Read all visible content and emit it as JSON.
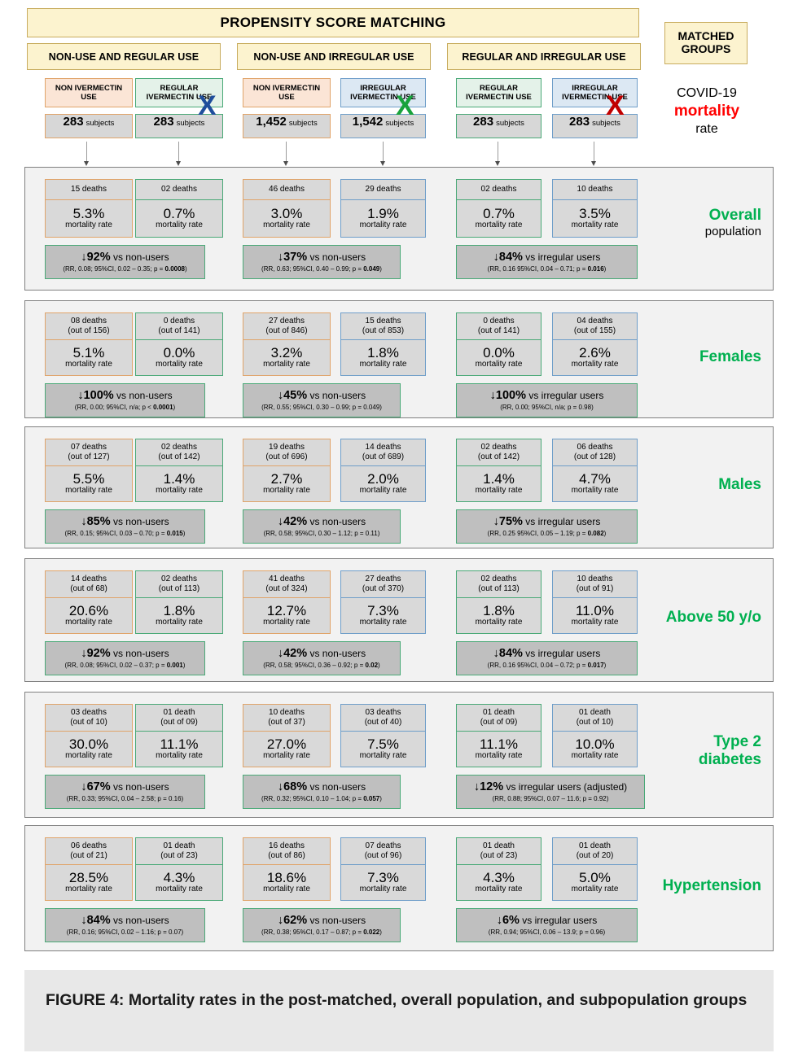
{
  "header": {
    "psm_title": "PROPENSITY SCORE MATCHING",
    "matched_groups_line1": "MATCHED",
    "matched_groups_line2": "GROUPS",
    "covid_line1": "COVID-19",
    "covid_line2": "mortality",
    "covid_line3": "rate",
    "pairs": [
      {
        "heading": "NON-USE AND REGULAR USE",
        "x_color": "#1f4e9c",
        "left": {
          "use_label": "NON IVERMECTIN USE",
          "subjects": "283",
          "unit": "subjects",
          "color": "orange"
        },
        "right": {
          "use_label": "REGULAR IVERMECTIN USE",
          "subjects": "283",
          "unit": "subjects",
          "color": "green"
        }
      },
      {
        "heading": "NON-USE AND IRREGULAR USE",
        "x_color": "#18a23c",
        "left": {
          "use_label": "NON IVERMECTIN USE",
          "subjects": "1,452",
          "unit": "subjects",
          "color": "orange"
        },
        "right": {
          "use_label": "IRREGULAR IVERMECTIN USE",
          "subjects": "1,542",
          "unit": "subjects",
          "color": "blue"
        }
      },
      {
        "heading": "REGULAR AND IRREGULAR USE",
        "x_color": "#c00000",
        "left": {
          "use_label": "REGULAR IVERMECTIN USE",
          "subjects": "283",
          "unit": "subjects",
          "color": "green"
        },
        "right": {
          "use_label": "IRREGULAR IVERMECTIN USE",
          "subjects": "283",
          "unit": "subjects",
          "color": "blue"
        }
      }
    ]
  },
  "mortality_word": "mortality rate",
  "rows": [
    {
      "label_main": "Overall",
      "label_sub": "population",
      "cells": [
        {
          "deaths": "15 deaths",
          "out_of": "",
          "pct": "5.3%",
          "mr": "mortality rate",
          "color": "orange"
        },
        {
          "deaths": "02 deaths",
          "out_of": "",
          "pct": "0.7%",
          "mr": "mortality rate",
          "color": "green"
        },
        {
          "deaths": "46 deaths",
          "out_of": "",
          "pct": "3.0%",
          "mr": "mortality rate",
          "color": "orange"
        },
        {
          "deaths": "29 deaths",
          "out_of": "",
          "pct": "1.9%",
          "mr": "mortality rate",
          "color": "blue"
        },
        {
          "deaths": "02 deaths",
          "out_of": "",
          "pct": "0.7%",
          "mr": "mortality rate",
          "color": "green"
        },
        {
          "deaths": "10 deaths",
          "out_of": "",
          "pct": "3.5%",
          "mr": "mortality rate",
          "color": "blue"
        }
      ],
      "stats": [
        {
          "arrow": "↓",
          "pct": "92%",
          "suffix": " vs non-users",
          "sub": "(RR, 0.08; 95%CI, 0.02 – 0.35; p = <b>0.0008</b>)"
        },
        {
          "arrow": "↓",
          "pct": "37%",
          "suffix": " vs non-users",
          "sub": "(RR, 0.63; 95%CI, 0.40 – 0.99; p = <b>0.049</b>)"
        },
        {
          "arrow": "↓",
          "pct": "84%",
          "suffix": " vs irregular users",
          "sub": "(RR, 0.16 95%CI, 0.04 – 0.71; p = <b>0.016</b>)"
        }
      ]
    },
    {
      "label_main": "Females",
      "label_sub": "",
      "cells": [
        {
          "deaths": "08 deaths",
          "out_of": "(out of 156)",
          "pct": "5.1%",
          "mr": "mortality rate",
          "color": "orange"
        },
        {
          "deaths": "0 deaths",
          "out_of": "(out of 141)",
          "pct": "0.0%",
          "mr": "mortality rate",
          "color": "green"
        },
        {
          "deaths": "27 deaths",
          "out_of": "(out of 846)",
          "pct": "3.2%",
          "mr": "mortality rate",
          "color": "orange"
        },
        {
          "deaths": "15 deaths",
          "out_of": "(out of 853)",
          "pct": "1.8%",
          "mr": "mortality rate",
          "color": "blue"
        },
        {
          "deaths": "0 deaths",
          "out_of": "(out of 141)",
          "pct": "0.0%",
          "mr": "mortality rate",
          "color": "green"
        },
        {
          "deaths": "04 deaths",
          "out_of": "(out of 155)",
          "pct": "2.6%",
          "mr": "mortality rate",
          "color": "blue"
        }
      ],
      "stats": [
        {
          "arrow": "↓",
          "pct": "100%",
          "suffix": " vs non-users",
          "sub": "(RR, 0.00; 95%CI, n/a; p < <b>0.0001</b>)"
        },
        {
          "arrow": "↓",
          "pct": "45%",
          "suffix": " vs non-users",
          "sub": "(RR, 0.55; 95%CI, 0.30 – 0.99; p = 0.049)"
        },
        {
          "arrow": "↓",
          "pct": "100%",
          "suffix": " vs irregular users",
          "sub": "(RR, 0.00; 95%CI, n/a; p = 0.98)"
        }
      ]
    },
    {
      "label_main": "Males",
      "label_sub": "",
      "cells": [
        {
          "deaths": "07 deaths",
          "out_of": "(out of 127)",
          "pct": "5.5%",
          "mr": "mortality rate",
          "color": "orange"
        },
        {
          "deaths": "02 deaths",
          "out_of": "(out of 142)",
          "pct": "1.4%",
          "mr": "mortality rate",
          "color": "green"
        },
        {
          "deaths": "19 deaths",
          "out_of": "(out of 696)",
          "pct": "2.7%",
          "mr": "mortality rate",
          "color": "orange"
        },
        {
          "deaths": "14 deaths",
          "out_of": "(out of 689)",
          "pct": "2.0%",
          "mr": "mortality rate",
          "color": "blue"
        },
        {
          "deaths": "02 deaths",
          "out_of": "(out of 142)",
          "pct": "1.4%",
          "mr": "mortality rate",
          "color": "green"
        },
        {
          "deaths": "06 deaths",
          "out_of": "(out of 128)",
          "pct": "4.7%",
          "mr": "mortality rate",
          "color": "blue"
        }
      ],
      "stats": [
        {
          "arrow": "↓",
          "pct": "85%",
          "suffix": " vs non-users",
          "sub": "(RR, 0.15; 95%CI, 0.03 – 0.70; p = <b>0.015</b>)"
        },
        {
          "arrow": "↓",
          "pct": "42%",
          "suffix": " vs non-users",
          "sub": "(RR, 0.58; 95%CI, 0.30 – 1.12; p = 0.11)"
        },
        {
          "arrow": "↓",
          "pct": "75%",
          "suffix": " vs irregular users",
          "sub": "(RR, 0.25 95%CI, 0.05 – 1.19; p = <b>0.082</b>)"
        }
      ]
    },
    {
      "label_main": "Above 50 y/o",
      "label_sub": "",
      "cells": [
        {
          "deaths": "14 deaths",
          "out_of": "(out of 68)",
          "pct": "20.6%",
          "mr": "mortality rate",
          "color": "orange"
        },
        {
          "deaths": "02 deaths",
          "out_of": "(out of 113)",
          "pct": "1.8%",
          "mr": "mortality rate",
          "color": "green"
        },
        {
          "deaths": "41 deaths",
          "out_of": "(out of 324)",
          "pct": "12.7%",
          "mr": "mortality rate",
          "color": "orange"
        },
        {
          "deaths": "27 deaths",
          "out_of": "(out of 370)",
          "pct": "7.3%",
          "mr": "mortality rate",
          "color": "blue"
        },
        {
          "deaths": "02 deaths",
          "out_of": "(out of 113)",
          "pct": "1.8%",
          "mr": "mortality rate",
          "color": "green"
        },
        {
          "deaths": "10 deaths",
          "out_of": "(out of 91)",
          "pct": "11.0%",
          "mr": "mortality rate",
          "color": "blue"
        }
      ],
      "stats": [
        {
          "arrow": "↓",
          "pct": "92%",
          "suffix": " vs non-users",
          "sub": "(RR, 0.08; 95%CI, 0.02 – 0.37; p = <b>0.001</b>)"
        },
        {
          "arrow": "↓",
          "pct": "42%",
          "suffix": " vs non-users",
          "sub": "(RR, 0.58; 95%CI, 0.36 – 0.92; p = <b>0.02</b>)"
        },
        {
          "arrow": "↓",
          "pct": "84%",
          "suffix": " vs irregular users",
          "sub": "(RR, 0.16 95%CI, 0.04 – 0.72; p = <b>0.017</b>)"
        }
      ]
    },
    {
      "label_main": "Type 2",
      "label_sub": "diabetes",
      "label_stacked": true,
      "cells": [
        {
          "deaths": "03 deaths",
          "out_of": "(out of 10)",
          "pct": "30.0%",
          "mr": "mortality rate",
          "color": "orange"
        },
        {
          "deaths": "01 death",
          "out_of": "(out of 09)",
          "pct": "11.1%",
          "mr": "mortality rate",
          "color": "green"
        },
        {
          "deaths": "10 deaths",
          "out_of": "(out of 37)",
          "pct": "27.0%",
          "mr": "mortality rate",
          "color": "orange"
        },
        {
          "deaths": "03 deaths",
          "out_of": "(out of 40)",
          "pct": "7.5%",
          "mr": "mortality rate",
          "color": "blue"
        },
        {
          "deaths": "01 death",
          "out_of": "(out of 09)",
          "pct": "11.1%",
          "mr": "mortality rate",
          "color": "green"
        },
        {
          "deaths": "01 death",
          "out_of": "(out of 10)",
          "pct": "10.0%",
          "mr": "mortality rate",
          "color": "blue"
        }
      ],
      "stats": [
        {
          "arrow": "↓",
          "pct": "67%",
          "suffix": " vs non-users",
          "sub": "(RR, 0.33; 95%CI, 0.04 – 2.58; p = 0.16)"
        },
        {
          "arrow": "↓",
          "pct": "68%",
          "suffix": " vs non-users",
          "sub": "(RR, 0.32; 95%CI, 0.10 – 1.04; p = <b>0.057</b>)"
        },
        {
          "arrow": "↓",
          "pct": "12%",
          "suffix": " vs irregular users (adjusted)",
          "sub": "(RR, 0.88; 95%CI, 0.07 – 11.6; p = 0.92)"
        }
      ]
    },
    {
      "label_main": "Hypertension",
      "label_sub": "",
      "cells": [
        {
          "deaths": "06 deaths",
          "out_of": "(out of 21)",
          "pct": "28.5%",
          "mr": "mortality rate",
          "color": "orange"
        },
        {
          "deaths": "01 death",
          "out_of": "(out of 23)",
          "pct": "4.3%",
          "mr": "mortality rate",
          "color": "green"
        },
        {
          "deaths": "16 deaths",
          "out_of": "(out of 86)",
          "pct": "18.6%",
          "mr": "mortality rate",
          "color": "orange"
        },
        {
          "deaths": "07 deaths",
          "out_of": "(out of 96)",
          "pct": "7.3%",
          "mr": "mortality rate",
          "color": "blue"
        },
        {
          "deaths": "01 death",
          "out_of": "(out of 23)",
          "pct": "4.3%",
          "mr": "mortality rate",
          "color": "green"
        },
        {
          "deaths": "01 death",
          "out_of": "(out of 20)",
          "pct": "5.0%",
          "mr": "mortality rate",
          "color": "blue"
        }
      ],
      "stats": [
        {
          "arrow": "↓",
          "pct": "84%",
          "suffix": " vs non-users",
          "sub": "(RR, 0.16; 95%CI, 0.02 – 1.16; p = 0.07)"
        },
        {
          "arrow": "↓",
          "pct": "62%",
          "suffix": " vs non-users",
          "sub": "(RR, 0.38; 95%CI, 0.17 – 0.87; p = <b>0.022</b>)"
        },
        {
          "arrow": "↓",
          "pct": "6%",
          "suffix": " vs irregular users",
          "sub": "(RR, 0.94; 95%CI, 0.06 – 13.9; p = 0.96)"
        }
      ]
    }
  ],
  "caption": {
    "text": "FIGURE 4: Mortality rates in the post-matched, overall population, and subpopulation groups"
  },
  "colors": {
    "header_fill": "#fcf3cf",
    "header_border": "#c8ac5e",
    "orange": "#e0a46a",
    "orange_fill": "#fbe5d6",
    "green": "#4aa977",
    "green_fill": "#e4f2e9",
    "blue": "#6f9ec9",
    "blue_fill": "#dce8f3",
    "panel_fill": "#f2f2f2",
    "cell_fill": "#d9d9d9",
    "stat_fill": "#bfbfbf",
    "label_green": "#00b050",
    "mortality_red": "#ff0000",
    "x_blue": "#1f4e9c",
    "x_green": "#18a23c",
    "x_red": "#c00000",
    "caption_bg": "#e8e8e8"
  }
}
